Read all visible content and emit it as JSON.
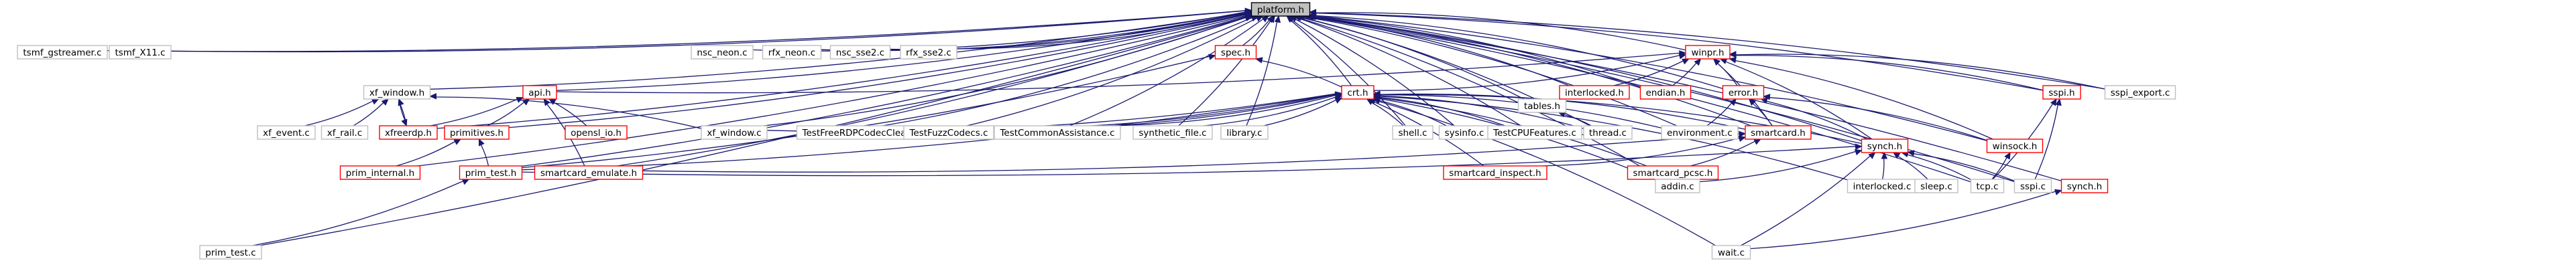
{
  "graph": {
    "colors": {
      "root_fill": "#bfbfbf",
      "root_stroke": "#000000",
      "local_stroke": "#bfbfbf",
      "linked_stroke": "#ff0000",
      "edge": "#191970"
    },
    "nodes": [
      {
        "id": "platform",
        "label": "platform.h",
        "kind": "root"
      },
      {
        "id": "tsmf_gst",
        "label": "tsmf_gstreamer.c",
        "kind": "local"
      },
      {
        "id": "tsmf_x11",
        "label": "tsmf_X11.c",
        "kind": "local"
      },
      {
        "id": "nsc_neon",
        "label": "nsc_neon.c",
        "kind": "local"
      },
      {
        "id": "rfx_neon",
        "label": "rfx_neon.c",
        "kind": "local"
      },
      {
        "id": "nsc_sse2",
        "label": "nsc_sse2.c",
        "kind": "local"
      },
      {
        "id": "rfx_sse2",
        "label": "rfx_sse2.c",
        "kind": "local"
      },
      {
        "id": "spec",
        "label": "spec.h",
        "kind": "linked"
      },
      {
        "id": "winpr",
        "label": "winpr.h",
        "kind": "linked"
      },
      {
        "id": "xf_window_h",
        "label": "xf_window.h",
        "kind": "local"
      },
      {
        "id": "api",
        "label": "api.h",
        "kind": "linked"
      },
      {
        "id": "crt",
        "label": "crt.h",
        "kind": "linked"
      },
      {
        "id": "tables",
        "label": "tables.h",
        "kind": "local"
      },
      {
        "id": "interlocked_h",
        "label": "interlocked.h",
        "kind": "linked"
      },
      {
        "id": "endian",
        "label": "endian.h",
        "kind": "linked"
      },
      {
        "id": "error",
        "label": "error.h",
        "kind": "linked"
      },
      {
        "id": "sspi",
        "label": "sspi.h",
        "kind": "linked"
      },
      {
        "id": "sspi_export",
        "label": "sspi_export.c",
        "kind": "local"
      },
      {
        "id": "xf_event",
        "label": "xf_event.c",
        "kind": "local"
      },
      {
        "id": "xf_rail",
        "label": "xf_rail.c",
        "kind": "local"
      },
      {
        "id": "xfreerdp",
        "label": "xfreerdp.h",
        "kind": "linked"
      },
      {
        "id": "primitives",
        "label": "primitives.h",
        "kind": "linked"
      },
      {
        "id": "opensl_io",
        "label": "opensl_io.h",
        "kind": "linked"
      },
      {
        "id": "xf_window_c",
        "label": "xf_window.c",
        "kind": "local"
      },
      {
        "id": "test_rdp",
        "label": "TestFreeRDPCodecClear.c",
        "kind": "local"
      },
      {
        "id": "test_fuzz",
        "label": "TestFuzzCodecs.c",
        "kind": "local"
      },
      {
        "id": "test_common",
        "label": "TestCommonAssistance.c",
        "kind": "local"
      },
      {
        "id": "synthetic",
        "label": "synthetic_file.c",
        "kind": "local"
      },
      {
        "id": "library",
        "label": "library.c",
        "kind": "local"
      },
      {
        "id": "shell",
        "label": "shell.c",
        "kind": "local"
      },
      {
        "id": "sysinfo",
        "label": "sysinfo.c",
        "kind": "local"
      },
      {
        "id": "test_cpu",
        "label": "TestCPUFeatures.c",
        "kind": "local"
      },
      {
        "id": "thread",
        "label": "thread.c",
        "kind": "local"
      },
      {
        "id": "environment",
        "label": "environment.c",
        "kind": "local"
      },
      {
        "id": "smartcard_h",
        "label": "smartcard.h",
        "kind": "linked"
      },
      {
        "id": "synch_h1",
        "label": "synch.h",
        "kind": "linked"
      },
      {
        "id": "winsock",
        "label": "winsock.h",
        "kind": "linked"
      },
      {
        "id": "prim_internal",
        "label": "prim_internal.h",
        "kind": "linked"
      },
      {
        "id": "prim_test_h",
        "label": "prim_test.h",
        "kind": "linked"
      },
      {
        "id": "smartcard_emulate",
        "label": "smartcard_emulate.h",
        "kind": "linked"
      },
      {
        "id": "smartcard_inspect",
        "label": "smartcard_inspect.h",
        "kind": "linked"
      },
      {
        "id": "smartcard_pcsc",
        "label": "smartcard_pcsc.h",
        "kind": "linked"
      },
      {
        "id": "addin",
        "label": "addin.c",
        "kind": "local"
      },
      {
        "id": "interlocked_c",
        "label": "interlocked.c",
        "kind": "local"
      },
      {
        "id": "sleep",
        "label": "sleep.c",
        "kind": "local"
      },
      {
        "id": "tcp",
        "label": "tcp.c",
        "kind": "local"
      },
      {
        "id": "sspi_c",
        "label": "sspi.c",
        "kind": "local"
      },
      {
        "id": "synch_h2",
        "label": "synch.h",
        "kind": "linked"
      },
      {
        "id": "prim_test_c",
        "label": "prim_test.c",
        "kind": "local"
      },
      {
        "id": "wait",
        "label": "wait.c",
        "kind": "local"
      }
    ],
    "edges": [
      [
        "tsmf_gst",
        "platform"
      ],
      [
        "tsmf_x11",
        "platform"
      ],
      [
        "nsc_neon",
        "platform"
      ],
      [
        "rfx_neon",
        "platform"
      ],
      [
        "nsc_sse2",
        "platform"
      ],
      [
        "rfx_sse2",
        "platform"
      ],
      [
        "spec",
        "platform"
      ],
      [
        "winpr",
        "platform"
      ],
      [
        "xf_window_h",
        "platform"
      ],
      [
        "api",
        "platform"
      ],
      [
        "crt",
        "platform"
      ],
      [
        "tables",
        "platform"
      ],
      [
        "interlocked_h",
        "platform"
      ],
      [
        "endian",
        "platform"
      ],
      [
        "error",
        "platform"
      ],
      [
        "sspi",
        "platform"
      ],
      [
        "sspi_export",
        "platform"
      ],
      [
        "xfreerdp",
        "platform"
      ],
      [
        "primitives",
        "platform"
      ],
      [
        "xf_window_c",
        "platform"
      ],
      [
        "test_rdp",
        "platform"
      ],
      [
        "test_fuzz",
        "platform"
      ],
      [
        "test_common",
        "platform"
      ],
      [
        "synthetic",
        "platform"
      ],
      [
        "library",
        "platform"
      ],
      [
        "shell",
        "platform"
      ],
      [
        "sysinfo",
        "platform"
      ],
      [
        "test_cpu",
        "platform"
      ],
      [
        "thread",
        "platform"
      ],
      [
        "environment",
        "platform"
      ],
      [
        "smartcard_h",
        "platform"
      ],
      [
        "synch_h1",
        "platform"
      ],
      [
        "winsock",
        "platform"
      ],
      [
        "prim_internal",
        "platform"
      ],
      [
        "prim_test_h",
        "platform"
      ],
      [
        "smartcard_emulate",
        "platform"
      ],
      [
        "addin",
        "platform"
      ],
      [
        "sspi_c",
        "platform"
      ],
      [
        "synch_h2",
        "platform"
      ],
      [
        "prim_test_c",
        "platform"
      ],
      [
        "tcp",
        "platform"
      ],
      [
        "crt",
        "spec"
      ],
      [
        "prim_test_h",
        "spec"
      ],
      [
        "api",
        "winpr"
      ],
      [
        "crt",
        "winpr"
      ],
      [
        "interlocked_h",
        "winpr"
      ],
      [
        "endian",
        "winpr"
      ],
      [
        "error",
        "winpr"
      ],
      [
        "sspi",
        "winpr"
      ],
      [
        "smartcard_h",
        "winpr"
      ],
      [
        "synch_h1",
        "winpr"
      ],
      [
        "winsock",
        "winpr"
      ],
      [
        "sspi_export",
        "winpr"
      ],
      [
        "xf_event",
        "xf_window_h"
      ],
      [
        "xf_rail",
        "xf_window_h"
      ],
      [
        "xfreerdp",
        "xf_window_h"
      ],
      [
        "xf_window_h",
        "xfreerdp"
      ],
      [
        "xf_window_c",
        "xf_window_h"
      ],
      [
        "xfreerdp",
        "api"
      ],
      [
        "primitives",
        "api"
      ],
      [
        "opensl_io",
        "api"
      ],
      [
        "smartcard_emulate",
        "api"
      ],
      [
        "xf_window_c",
        "crt"
      ],
      [
        "test_rdp",
        "crt"
      ],
      [
        "test_fuzz",
        "crt"
      ],
      [
        "test_common",
        "crt"
      ],
      [
        "synthetic",
        "crt"
      ],
      [
        "library",
        "crt"
      ],
      [
        "shell",
        "crt"
      ],
      [
        "sysinfo",
        "crt"
      ],
      [
        "test_cpu",
        "crt"
      ],
      [
        "thread",
        "crt"
      ],
      [
        "environment",
        "crt"
      ],
      [
        "smartcard_h",
        "crt"
      ],
      [
        "synch_h1",
        "crt"
      ],
      [
        "prim_test_h",
        "crt"
      ],
      [
        "smartcard_inspect",
        "crt"
      ],
      [
        "smartcard_pcsc",
        "crt"
      ],
      [
        "addin",
        "crt"
      ],
      [
        "wait",
        "crt"
      ],
      [
        "interlocked_c",
        "crt"
      ],
      [
        "thread",
        "tables"
      ],
      [
        "environment",
        "error"
      ],
      [
        "smartcard_h",
        "error"
      ],
      [
        "synch_h1",
        "error"
      ],
      [
        "winsock",
        "error"
      ],
      [
        "tcp",
        "sspi"
      ],
      [
        "sspi_c",
        "sspi"
      ],
      [
        "prim_internal",
        "primitives"
      ],
      [
        "prim_test_h",
        "primitives"
      ],
      [
        "smartcard_emulate",
        "smartcard_h"
      ],
      [
        "smartcard_inspect",
        "smartcard_h"
      ],
      [
        "smartcard_pcsc",
        "smartcard_h"
      ],
      [
        "interlocked_c",
        "synch_h1"
      ],
      [
        "sleep",
        "synch_h1"
      ],
      [
        "tcp",
        "synch_h1"
      ],
      [
        "sspi_c",
        "synch_h1"
      ],
      [
        "wait",
        "synch_h1"
      ],
      [
        "addin",
        "synch_h1"
      ],
      [
        "prim_test_h",
        "synch_h1"
      ],
      [
        "tcp",
        "winsock"
      ],
      [
        "prim_test_c",
        "prim_test_h"
      ],
      [
        "wait",
        "synch_h2"
      ]
    ]
  }
}
